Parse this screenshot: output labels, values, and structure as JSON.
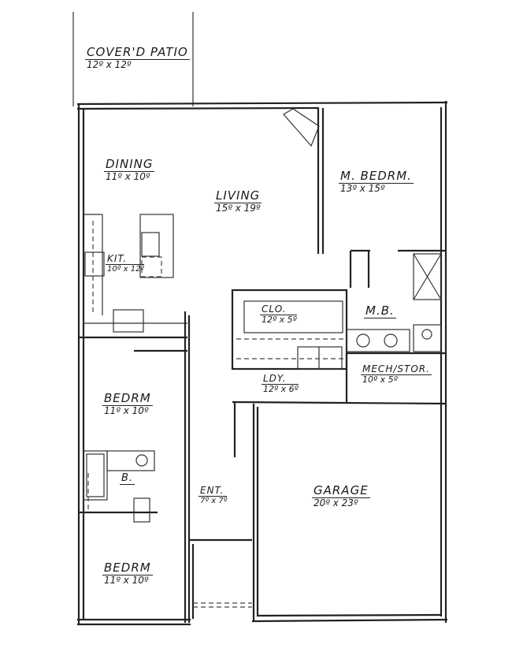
{
  "rooms": [
    {
      "name": "COVER'D PATIO",
      "dims": "12º x 12º"
    },
    {
      "name": "DINING",
      "dims": "11º x 10º"
    },
    {
      "name": "LIVING",
      "dims": "15º x 19º"
    },
    {
      "name": "M. BEDRM.",
      "dims": "13º x 15º"
    },
    {
      "name": "KIT.",
      "dims": "10º x 12º"
    },
    {
      "name": "CLO.",
      "dims": "12º x 5º"
    },
    {
      "name": "M.B.",
      "dims": ""
    },
    {
      "name": "MECH/STOR.",
      "dims": "10º x 5º"
    },
    {
      "name": "LDY.",
      "dims": "12º x 6º"
    },
    {
      "name": "BEDRM",
      "dims": "11º x 10º"
    },
    {
      "name": "B.",
      "dims": ""
    },
    {
      "name": "ENT.",
      "dims": "7º x 7º"
    },
    {
      "name": "GARAGE",
      "dims": "20º x 23º"
    },
    {
      "name": "BEDRM",
      "dims": "11º x 10º"
    }
  ]
}
